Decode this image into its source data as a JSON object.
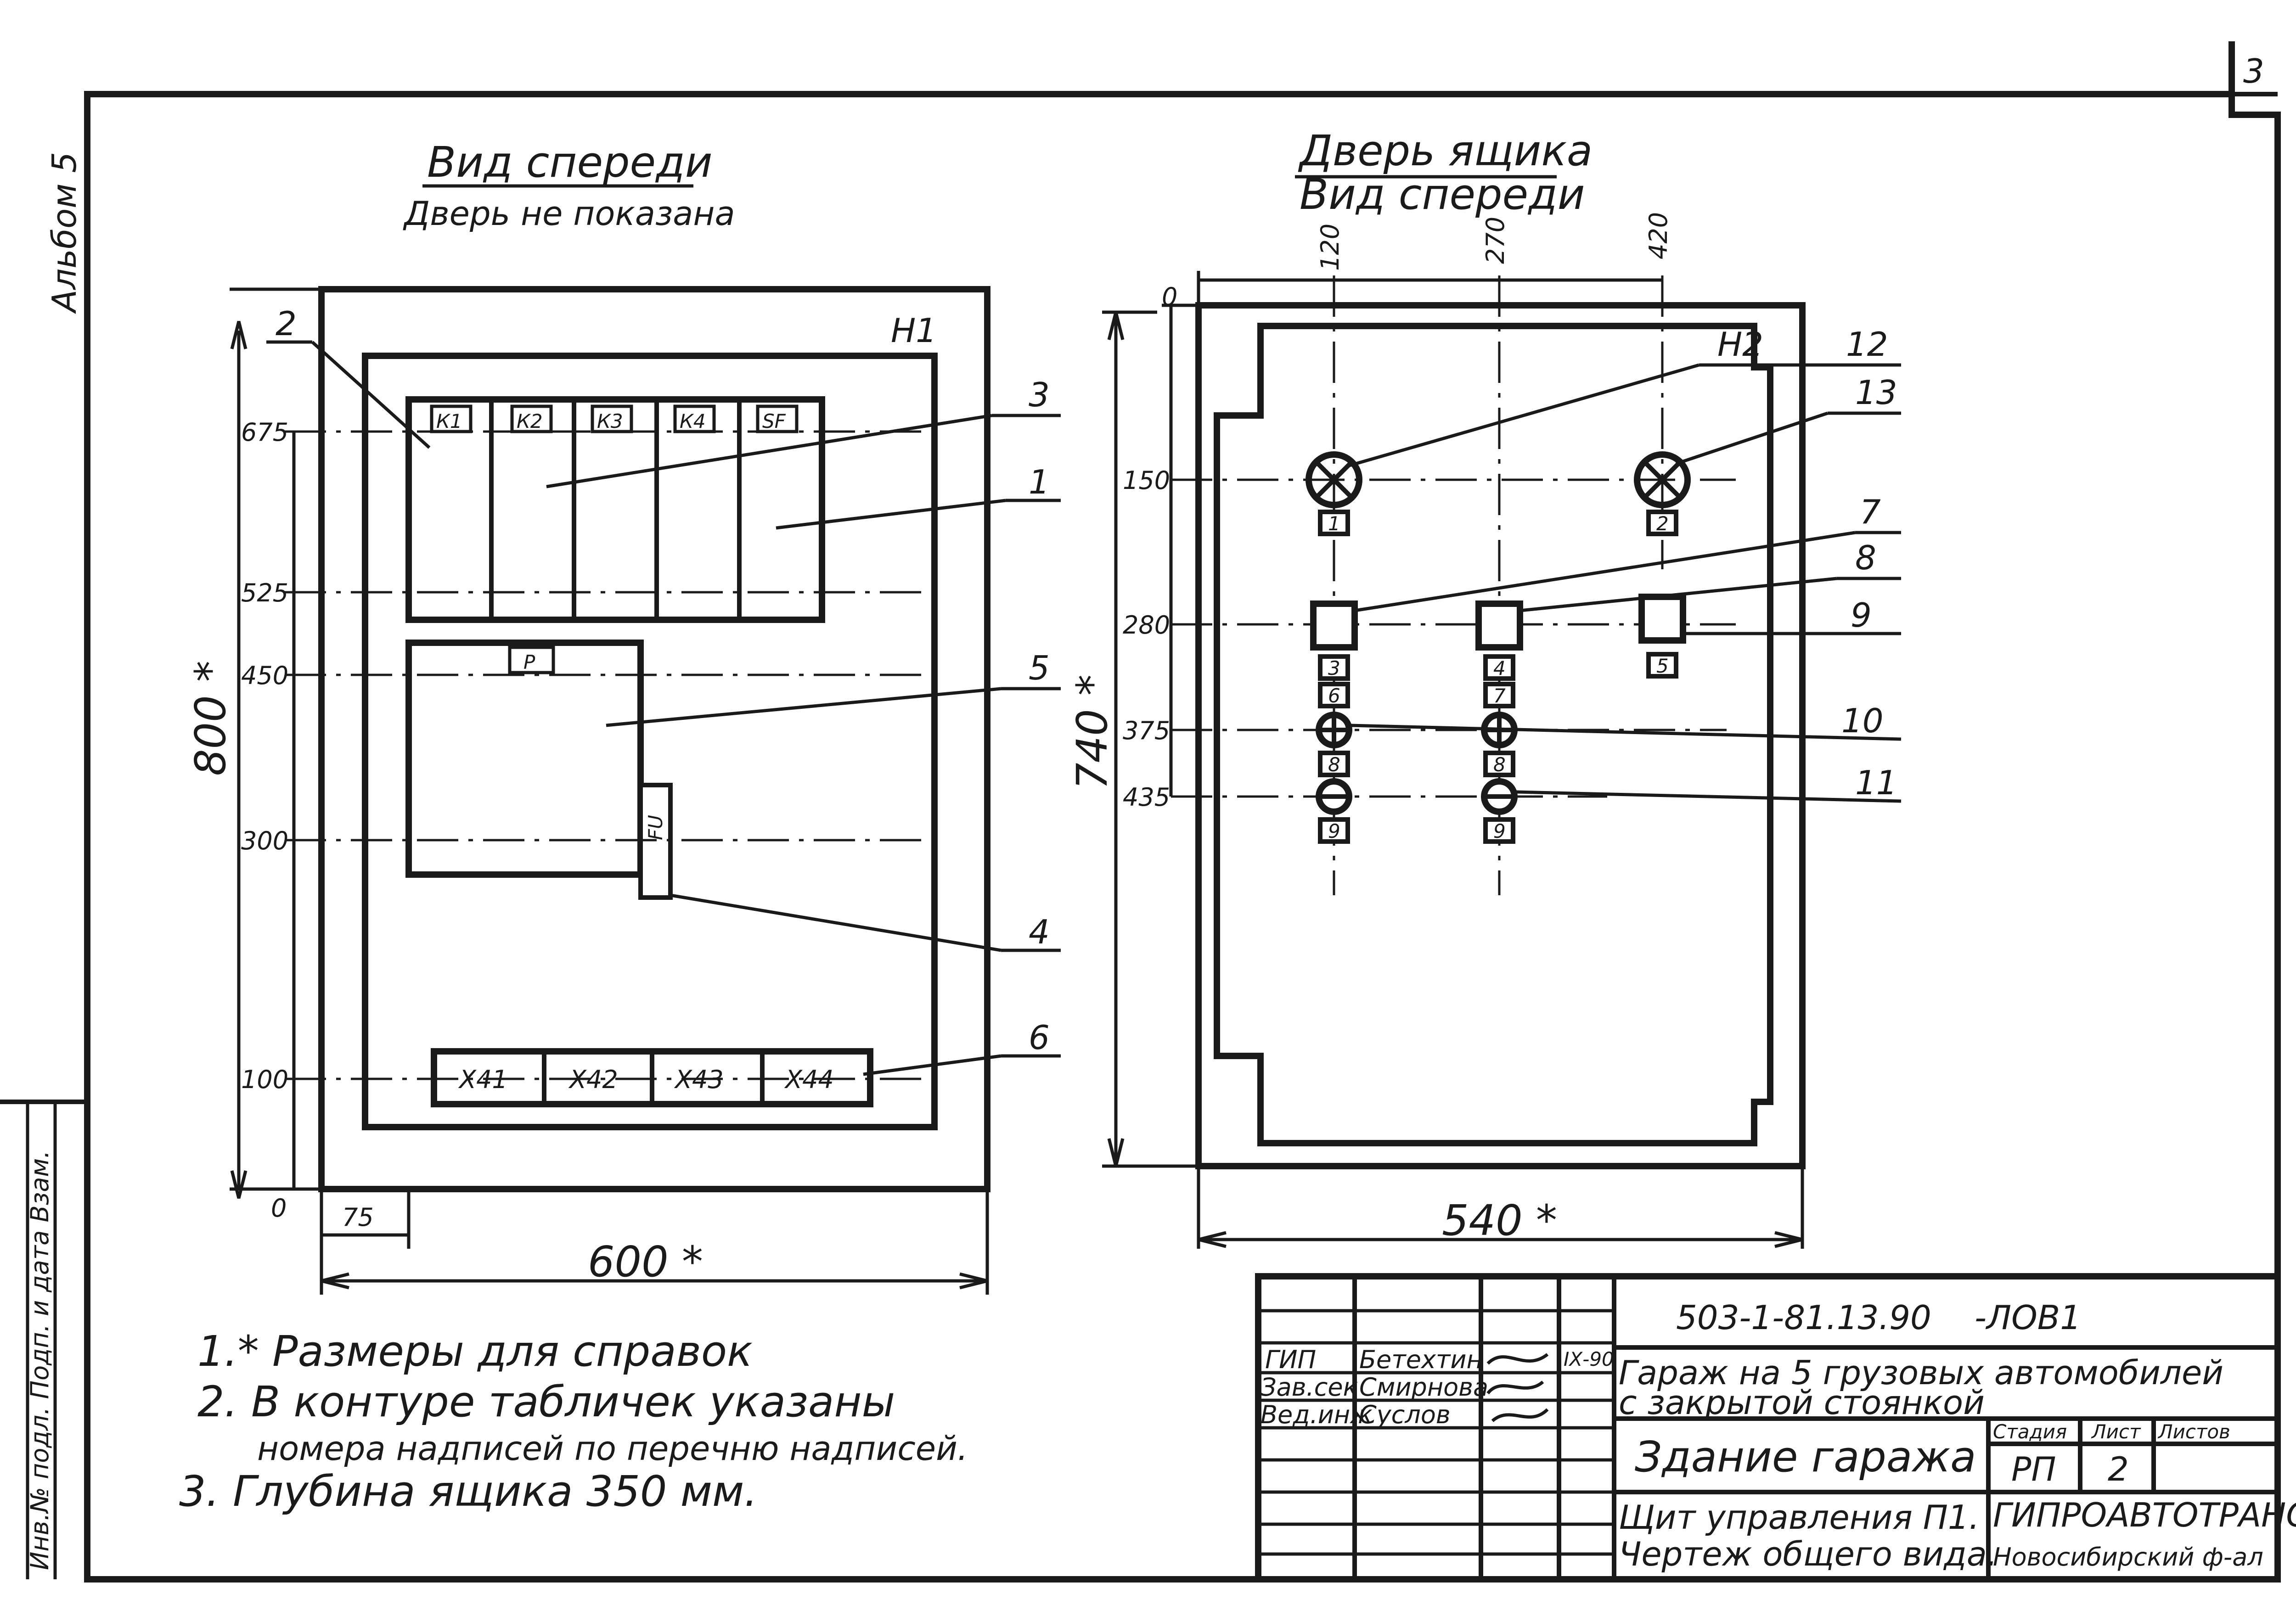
{
  "page_number": "3",
  "album": "Альбом 5",
  "left_strip": "Инв.№ подл. Подп. и дата Взам.",
  "front_view": {
    "title": "Вид спереди",
    "subtitle": "Дверь не показана",
    "panel_tag": "Н1",
    "dim_height": "800 *",
    "dim_width": "600 *",
    "dim_offset": "75",
    "levels": [
      "675",
      "525",
      "450",
      "300",
      "100",
      "0"
    ],
    "devices": [
      "К1",
      "К2",
      "К3",
      "К4",
      "SF"
    ],
    "relay": "Р",
    "fuse": "FU",
    "terminals": [
      "Х41",
      "Х42",
      "Х43",
      "Х44"
    ],
    "callouts": [
      "2",
      "3",
      "1",
      "5",
      "4",
      "6"
    ]
  },
  "door_view": {
    "title": "Дверь ящика",
    "subtitle": "Вид спереди",
    "panel_tag": "Н2",
    "dim_height": "740 *",
    "dim_width": "540 *",
    "x_levels": [
      "0",
      "120",
      "270",
      "420"
    ],
    "y_levels": [
      "150",
      "280",
      "375",
      "435"
    ],
    "label_col1": [
      "1",
      "3",
      "6",
      "8",
      "9"
    ],
    "label_col2": [
      "4",
      "7",
      "8",
      "9"
    ],
    "label_col3": [
      "2",
      "5"
    ],
    "callouts": [
      "12",
      "13",
      "7",
      "8",
      "9",
      "10",
      "11"
    ]
  },
  "notes": [
    "1.* Размеры для справок",
    "2. В контуре табличек указаны",
    "номера надписей по перечню надписей.",
    "3. Глубина ящика 350 мм."
  ],
  "title_block": {
    "code": "503-1-81.13.90",
    "sheet_code": "-ЛОВ1",
    "roles": [
      "ГИП",
      "Зав.сек",
      "Вед.инж"
    ],
    "names": [
      "Бетехтин",
      "Смирнова",
      "Суслов"
    ],
    "date": "IХ-90",
    "project": "Гараж на 5 грузовых автомобилей",
    "project2": "с закрытой стоянкой",
    "building": "Здание гаража",
    "stage_h": "Стадия",
    "sheet_h": "Лист",
    "sheets_h": "Листов",
    "stage": "РП",
    "sheet": "2",
    "drawing_title": "Щит управления П1.",
    "drawing_type": "Чертеж общего вида.",
    "org": "ГИПРОАВТОТРАНС",
    "org_branch": "Новосибирский ф-ал"
  }
}
